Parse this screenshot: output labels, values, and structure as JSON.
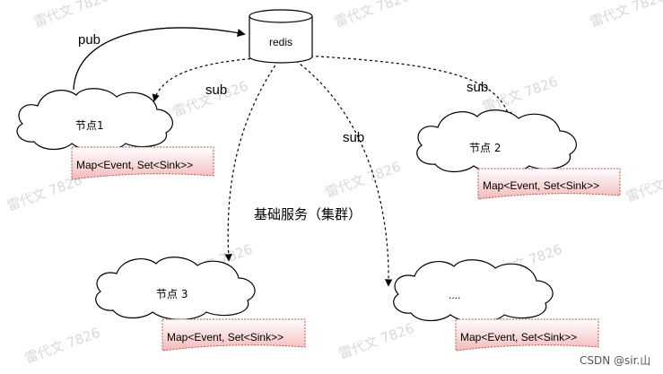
{
  "redis": {
    "label": "redis",
    "color": "#e06666"
  },
  "edges": {
    "pub": "pub",
    "sub_left": "sub",
    "sub_right": "sub",
    "sub_mid": "sub"
  },
  "nodes": [
    {
      "label": "节点1",
      "map": "Map<Event, Set<Sink>>"
    },
    {
      "label": "节点 2",
      "map": "Map<Event, Set<Sink>>"
    },
    {
      "label": "节点 3",
      "map": "Map<Event, Set<Sink>>"
    },
    {
      "label": "....",
      "map": "Map<Event, Set<Sink>>"
    }
  ],
  "cluster_label": "基础服务（集群）",
  "watermark": "雷代文 7826",
  "credit": "CSDN @sir.山",
  "colors": {
    "map_fill": "#f8cecc",
    "map_border": "#b85450",
    "line": "#000000"
  }
}
